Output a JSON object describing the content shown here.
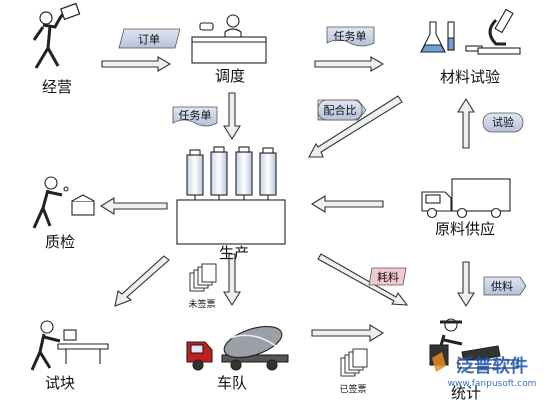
{
  "nodes": {
    "operations": "经营",
    "dispatch": "调度",
    "materials_test": "材料试验",
    "quality_check": "质检",
    "production": "生产",
    "raw_supply": "原料供应",
    "test_block": "试块",
    "vehicles": "车队",
    "statistics": "统计"
  },
  "tags": {
    "order": "订单",
    "task_sheet_top": "任务单",
    "task_sheet_left": "任务单",
    "mix_ratio": "配合比",
    "test": "试验",
    "consumption": "耗料",
    "supply": "供料"
  },
  "docs": {
    "unsigned": "未签票",
    "signed": "已签票"
  },
  "watermark": {
    "brand": "泛普软件",
    "url": "www.fanpusoft.com"
  },
  "colors": {
    "arrow_fill": "#eef0ea",
    "arrow_stroke": "#333333",
    "tag_fill": "#c9d3e4",
    "tag_fill_pink": "#f1c9cf",
    "truck_red": "#c41e1e",
    "brand_blue": "#1a56b3"
  }
}
